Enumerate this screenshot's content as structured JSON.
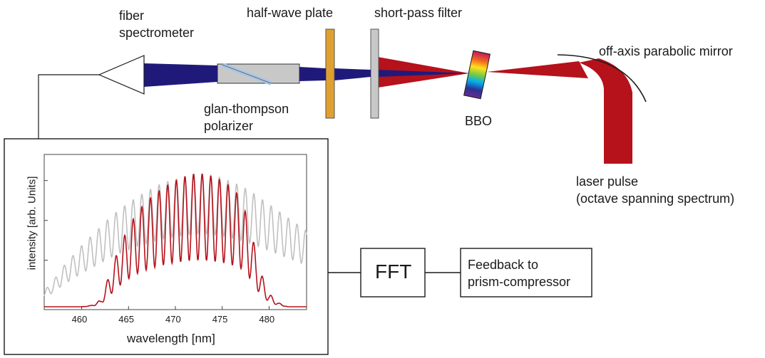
{
  "labels": {
    "fiber_spectrometer_1": "fiber",
    "fiber_spectrometer_2": "spectrometer",
    "half_wave_plate": "half-wave plate",
    "short_pass_filter": "short-pass filter",
    "off_axis_mirror": "off-axis parabolic mirror",
    "glan_thompson_1": "glan-thompson",
    "glan_thompson_2": "polarizer",
    "bbo": "BBO",
    "laser_pulse_1": "laser pulse",
    "laser_pulse_2": "(octave spanning spectrum)",
    "fft": "FFT",
    "feedback_1": "Feedback to",
    "feedback_2": "prism-compressor"
  },
  "colors": {
    "red_beam": "#b5121b",
    "blue_beam": "#1f1a7a",
    "half_wave_plate": "#e0a030",
    "filter": "#c8c8c8",
    "polarizer": "#c8c8c8",
    "polarizer_cut": "#a9c6e8",
    "reference_trace": "#c0c0c0",
    "measured_trace": "#b5121b"
  },
  "chart_data": {
    "type": "line",
    "xlabel": "wavelength [nm]",
    "ylabel": "intensity [arb. Units]",
    "xlim": [
      456,
      484
    ],
    "ylim": [
      0,
      1.05
    ],
    "x_ticks": [
      460,
      465,
      470,
      475,
      480
    ],
    "x_tick_labels": [
      "460",
      "465",
      "470",
      "475",
      "480"
    ],
    "series": [
      {
        "color": "#c0c0c0",
        "values": [
          [
            456,
            0.12
          ],
          [
            457,
            0.2
          ],
          [
            458,
            0.3
          ],
          [
            459,
            0.38
          ],
          [
            460,
            0.46
          ],
          [
            461,
            0.53
          ],
          [
            462,
            0.6
          ],
          [
            463,
            0.67
          ],
          [
            464,
            0.73
          ],
          [
            465,
            0.78
          ],
          [
            466,
            0.83
          ],
          [
            467,
            0.87
          ],
          [
            468,
            0.91
          ],
          [
            469,
            0.94
          ],
          [
            470,
            0.96
          ],
          [
            471,
            0.98
          ],
          [
            472,
            1.0
          ],
          [
            473,
            1.0
          ],
          [
            474,
            0.99
          ],
          [
            475,
            0.97
          ],
          [
            476,
            0.94
          ],
          [
            477,
            0.91
          ],
          [
            478,
            0.87
          ],
          [
            479,
            0.82
          ],
          [
            480,
            0.77
          ],
          [
            481,
            0.72
          ],
          [
            482,
            0.67
          ],
          [
            483,
            0.62
          ],
          [
            484,
            0.57
          ]
        ],
        "fringe_period_nm": 0.92
      },
      {
        "color": "#b5121b",
        "values": [
          [
            456,
            0.0
          ],
          [
            460,
            0.0
          ],
          [
            461,
            0.01
          ],
          [
            462,
            0.05
          ],
          [
            463,
            0.25
          ],
          [
            464,
            0.45
          ],
          [
            465,
            0.6
          ],
          [
            466,
            0.72
          ],
          [
            467,
            0.8
          ],
          [
            468,
            0.86
          ],
          [
            469,
            0.91
          ],
          [
            470,
            0.95
          ],
          [
            471,
            0.98
          ],
          [
            472,
            1.0
          ],
          [
            473,
            1.0
          ],
          [
            474,
            0.98
          ],
          [
            475,
            0.95
          ],
          [
            476,
            0.9
          ],
          [
            477,
            0.82
          ],
          [
            478,
            0.6
          ],
          [
            479,
            0.28
          ],
          [
            480,
            0.1
          ],
          [
            481,
            0.03
          ],
          [
            482,
            0.0
          ],
          [
            484,
            0.0
          ]
        ],
        "fringe_period_nm": 0.92
      }
    ]
  }
}
